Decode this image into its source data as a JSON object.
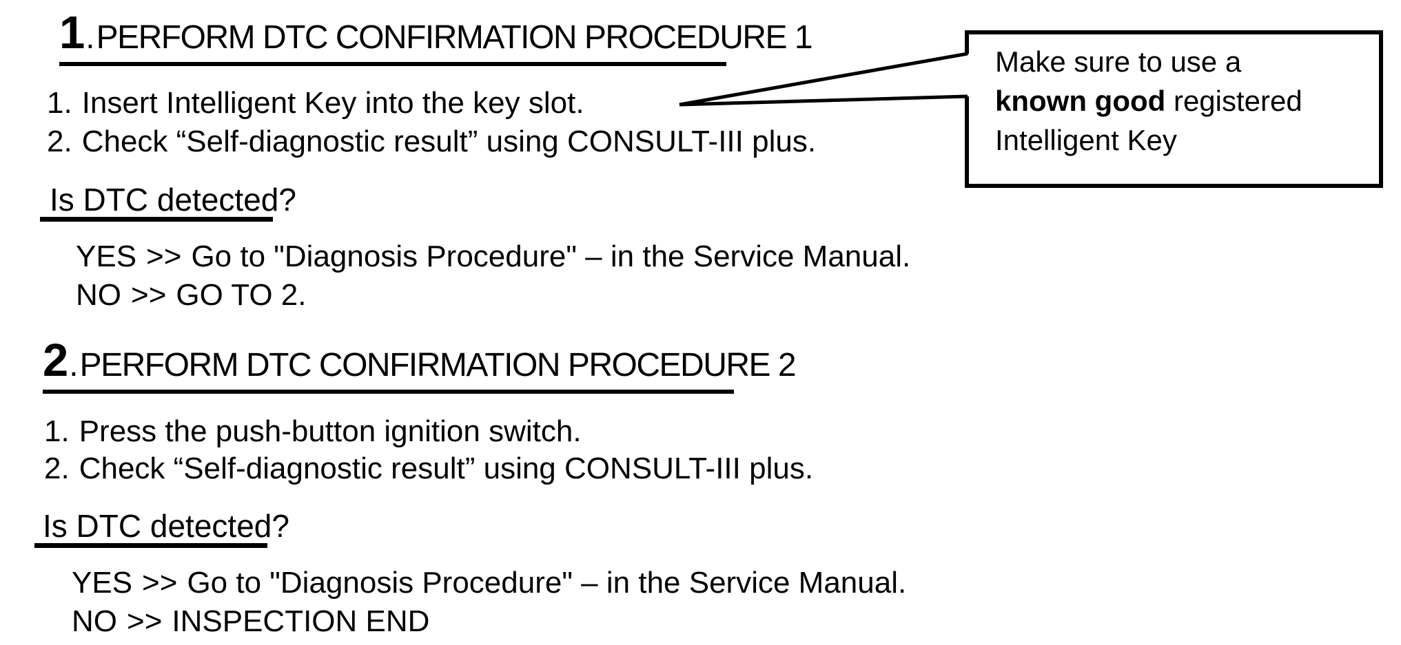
{
  "colors": {
    "text": "#000000",
    "background": "#ffffff"
  },
  "sections": [
    {
      "number": "1",
      "dot": ".",
      "heading": "PERFORM DTC CONFIRMATION PROCEDURE 1",
      "steps": [
        {
          "num": "1.",
          "text": "Insert Intelligent Key into the key slot."
        },
        {
          "num": "2.",
          "text": "Check “Self-diagnostic result” using CONSULT-III plus."
        }
      ],
      "question": "Is DTC detected?",
      "answers": [
        {
          "label": "YES",
          "sep": ">>",
          "text": "Go to \"Diagnosis Procedure\" – in the Service Manual."
        },
        {
          "label": "NO",
          "sep": ">>",
          "text": "GO TO 2."
        }
      ]
    },
    {
      "number": "2",
      "dot": ".",
      "heading": "PERFORM DTC CONFIRMATION PROCEDURE 2",
      "steps": [
        {
          "num": "1.",
          "text": "Press the push-button ignition switch."
        },
        {
          "num": "2.",
          "text": "Check “Self-diagnostic result” using CONSULT-III plus."
        }
      ],
      "question": "Is DTC detected?",
      "answers": [
        {
          "label": "YES",
          "sep": ">>",
          "text": "Go to \"Diagnosis Procedure\" – in the Service Manual."
        },
        {
          "label": "NO",
          "sep": ">>",
          "text": "INSPECTION END"
        }
      ]
    }
  ],
  "callout": {
    "line1": "Make sure to use a",
    "line2_bold": "known good",
    "line2_rest": " registered",
    "line3": "Intelligent Key"
  }
}
